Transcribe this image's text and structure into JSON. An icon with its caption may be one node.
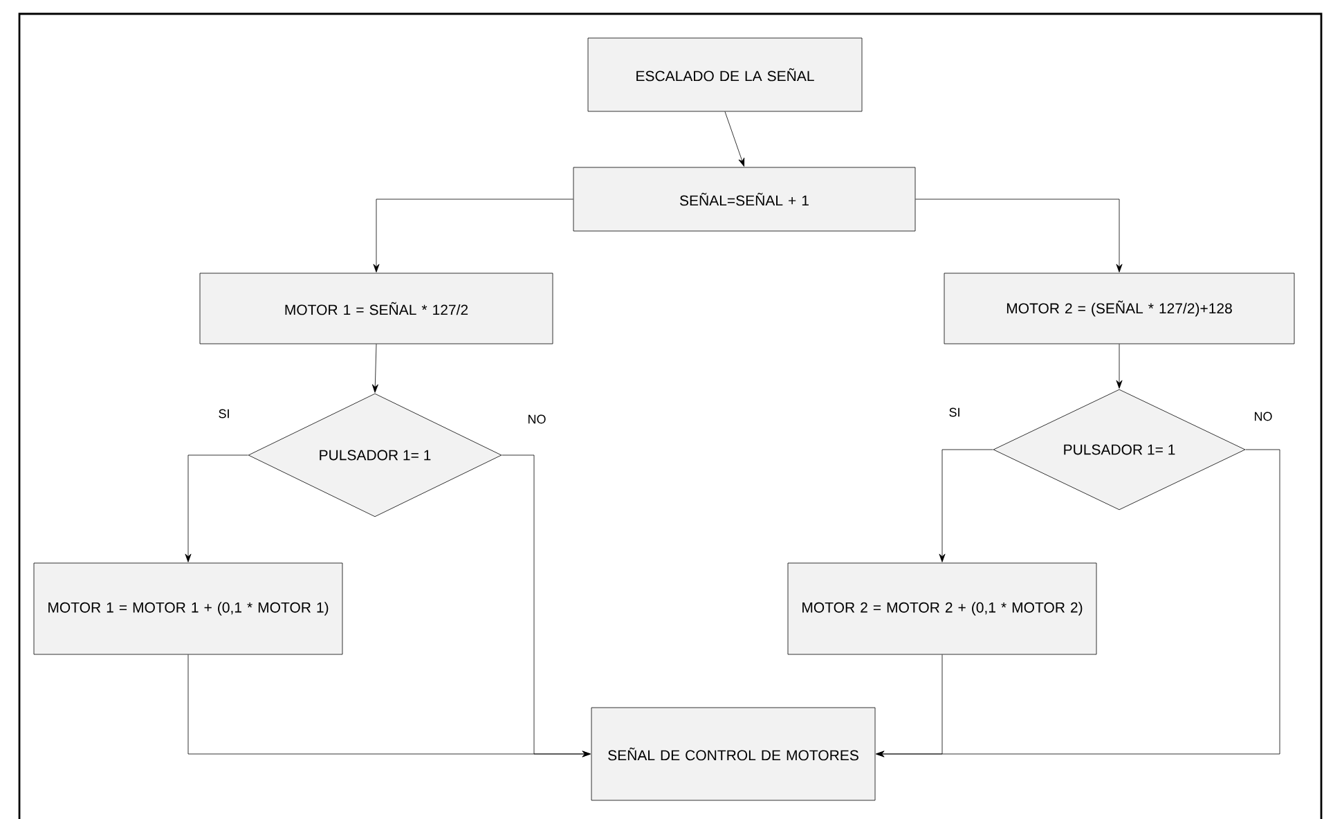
{
  "diagram": {
    "nodes": [
      {
        "text": [
          "ESCALADO DE LA SEÑAL"
        ]
      },
      {
        "text": [
          "SEÑAL=SEÑAL + 1"
        ]
      },
      {
        "text": [
          "MOTOR 1 = SEÑAL * 127/2"
        ]
      },
      {
        "text": [
          "MOTOR 2 = (SEÑAL * 127/2)+128"
        ]
      },
      {
        "text": [
          "PULSADOR 1= 1"
        ]
      },
      {
        "text": [
          "PULSADOR 1= 1"
        ]
      },
      {
        "text": [
          "MOTOR 1 = MOTOR 1 + (0,1 * MOTOR 1)"
        ]
      },
      {
        "text": [
          "MOTOR 2 = MOTOR 2 + (0,1 * MOTOR 2)"
        ]
      },
      {
        "text": [
          "SEÑAL DE CONTROL DE MOTORES"
        ]
      }
    ],
    "edges": [
      {
        "from": 0,
        "to": 1,
        "arrow": "to"
      },
      {
        "from": 1,
        "to": 2,
        "arrow": "to"
      },
      {
        "from": 1,
        "to": 3,
        "arrow": "to"
      },
      {
        "from": 2,
        "to": 4,
        "arrow": "to"
      },
      {
        "from": 3,
        "to": 5,
        "arrow": "to"
      },
      {
        "from": 4,
        "to": 6,
        "label": "SI",
        "arrow": "to"
      },
      {
        "from": 4,
        "to": 8,
        "label": "NO",
        "arrow": "to"
      },
      {
        "from": 6,
        "to": 8,
        "arrow": "to"
      },
      {
        "from": 5,
        "to": 7,
        "label": "SI",
        "arrow": "to"
      },
      {
        "from": 5,
        "to": 8,
        "label": "NO",
        "arrow": "to"
      },
      {
        "from": 7,
        "to": 8,
        "arrow": "to"
      }
    ]
  }
}
